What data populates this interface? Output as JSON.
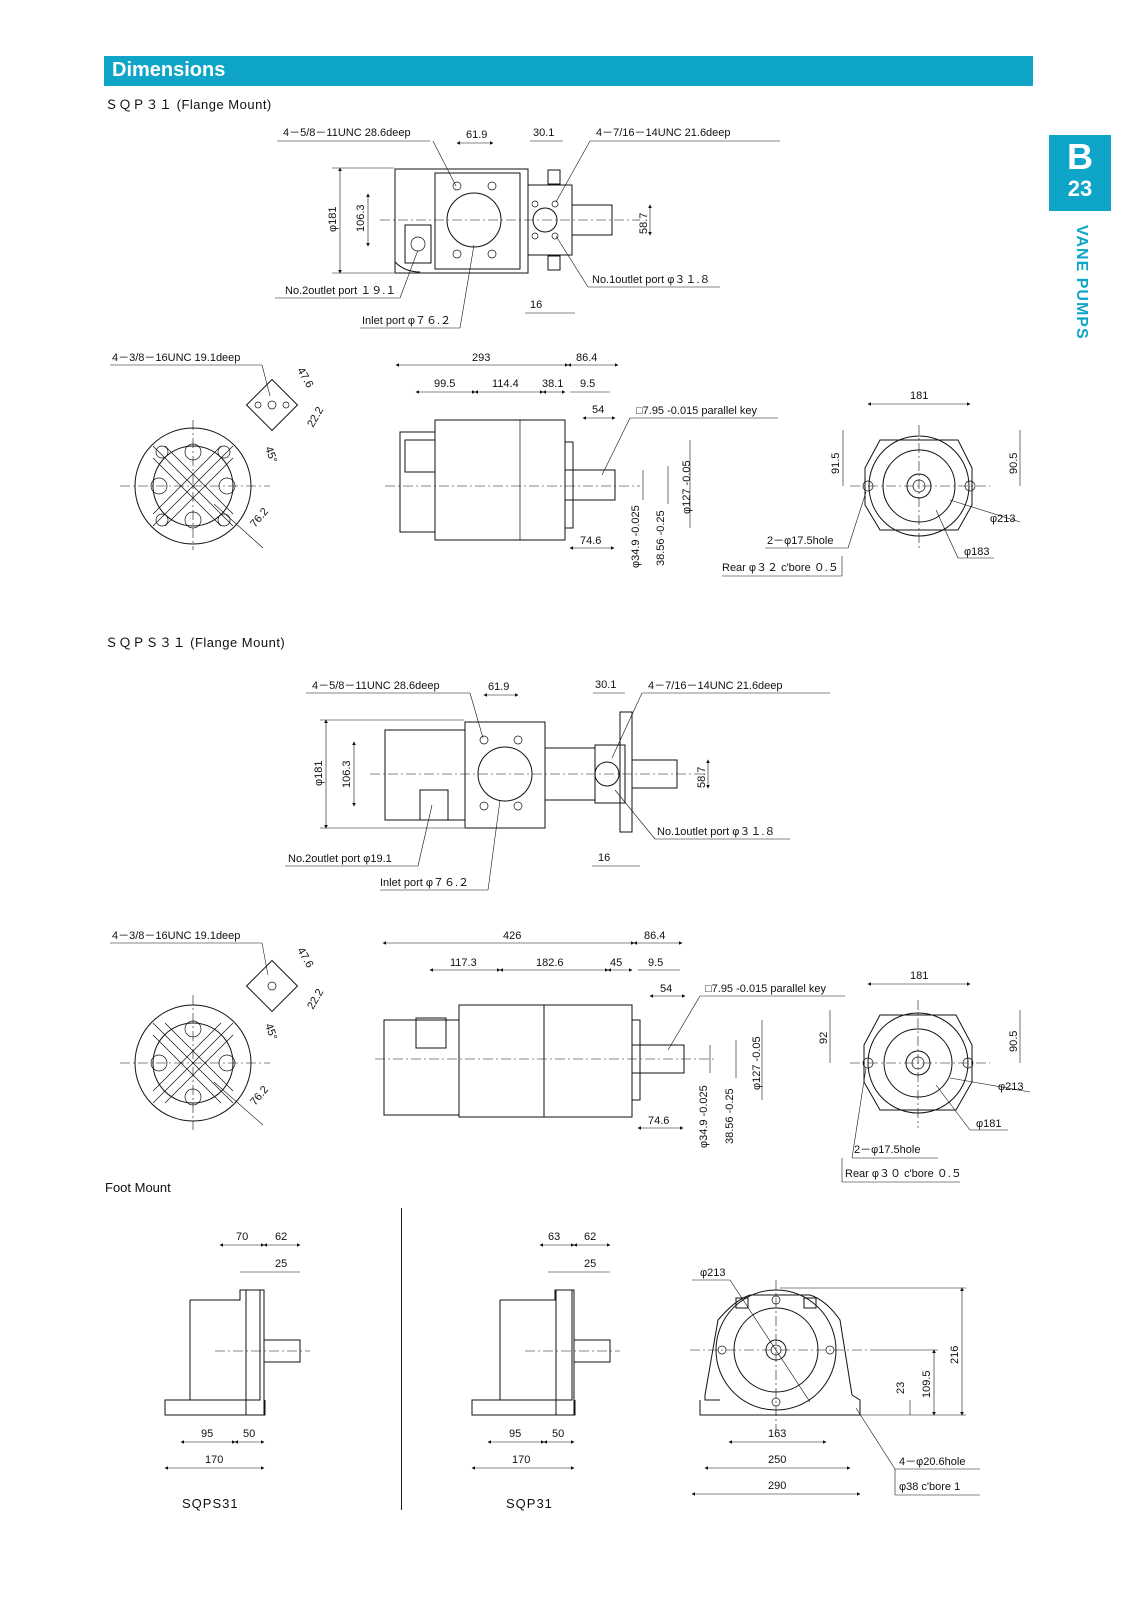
{
  "header": {
    "title": "Dimensions"
  },
  "side_tab": {
    "letter": "B",
    "number": "23",
    "category": "VANE PUMPS"
  },
  "sqp31": {
    "title": "ＳＱＰ３１ (Flange Mount)",
    "top": {
      "tap_left": "4－5/8－11UNC 28.6deep",
      "d619": "61.9",
      "d301": "30.1",
      "tap_right": "4－7/16－14UNC 21.6deep",
      "d181": "φ181",
      "d1063": "106.3",
      "d587": "58.7",
      "no2": "No.2outlet port １９.１",
      "no1": "No.1outlet port φ３１.８",
      "inlet": "Inlet port φ７６.２",
      "d16": "16"
    },
    "side": {
      "tap": "4－3/8－16UNC 19.1deep",
      "d476": "47.6",
      "d222": "22.2",
      "d45": "45°",
      "d762": "76.2",
      "d293": "293",
      "d864": "86.4",
      "d995": "99.5",
      "d1144": "114.4",
      "d381": "38.1",
      "d95": "9.5",
      "d54": "54",
      "key": "□7.95 -0.015 parallel key",
      "d746": "74.6",
      "d349": "φ34.9 -0.025",
      "d3856": "38.56 -0.25",
      "d127": "φ127 -0.05"
    },
    "rear": {
      "d181": "181",
      "d915": "91.5",
      "d905": "90.5",
      "d213": "φ213",
      "d183": "φ183",
      "hole": "2－φ17.5hole",
      "cbore": "Rear φ３２ c'bore ０.５"
    }
  },
  "sqps31": {
    "title": "ＳＱＰＳ３１ (Flange Mount)",
    "top": {
      "tap_left": "4－5/8－11UNC 28.6deep",
      "d619": "61.9",
      "d301": "30.1",
      "tap_right": "4－7/16－14UNC 21.6deep",
      "d181": "φ181",
      "d1063": "106.3",
      "d587": "58.7",
      "no2": "No.2outlet port φ19.1",
      "no1": "No.1outlet port φ３１.８",
      "inlet": "Inlet port φ７６.２",
      "d16": "16"
    },
    "side": {
      "tap": "4－3/8－16UNC 19.1deep",
      "d476": "47.6",
      "d222": "22.2",
      "d45": "45°",
      "d762": "76.2",
      "d426": "426",
      "d864": "86.4",
      "d1173": "117.3",
      "d1826": "182.6",
      "d45b": "45",
      "d95": "9.5",
      "d54": "54",
      "key": "□7.95 -0.015 parallel key",
      "d746": "74.6",
      "d349": "φ34.9 -0.025",
      "d3856": "38.56 -0.25",
      "d127": "φ127 -0.05"
    },
    "rear": {
      "d181": "181",
      "d92": "92",
      "d905": "90.5",
      "d213": "φ213",
      "d181b": "φ181",
      "hole": "2－φ17.5hole",
      "cbore": "Rear φ３０ c'bore ０.５"
    }
  },
  "foot": {
    "title": "Foot Mount",
    "left": {
      "d70": "70",
      "d62": "62",
      "d25": "25",
      "d95": "95",
      "d50": "50",
      "d170": "170",
      "name": "SQPS31"
    },
    "mid": {
      "d63": "63",
      "d62": "62",
      "d25": "25",
      "d95": "95",
      "d50": "50",
      "d170": "170",
      "name": "SQP31"
    },
    "right": {
      "d213": "φ213",
      "d216": "216",
      "d23": "23",
      "d1095": "109.5",
      "d163": "163",
      "d250": "250",
      "d290": "290",
      "hole": "4－φ20.6hole",
      "cbore": "φ38 c'bore 1"
    }
  }
}
